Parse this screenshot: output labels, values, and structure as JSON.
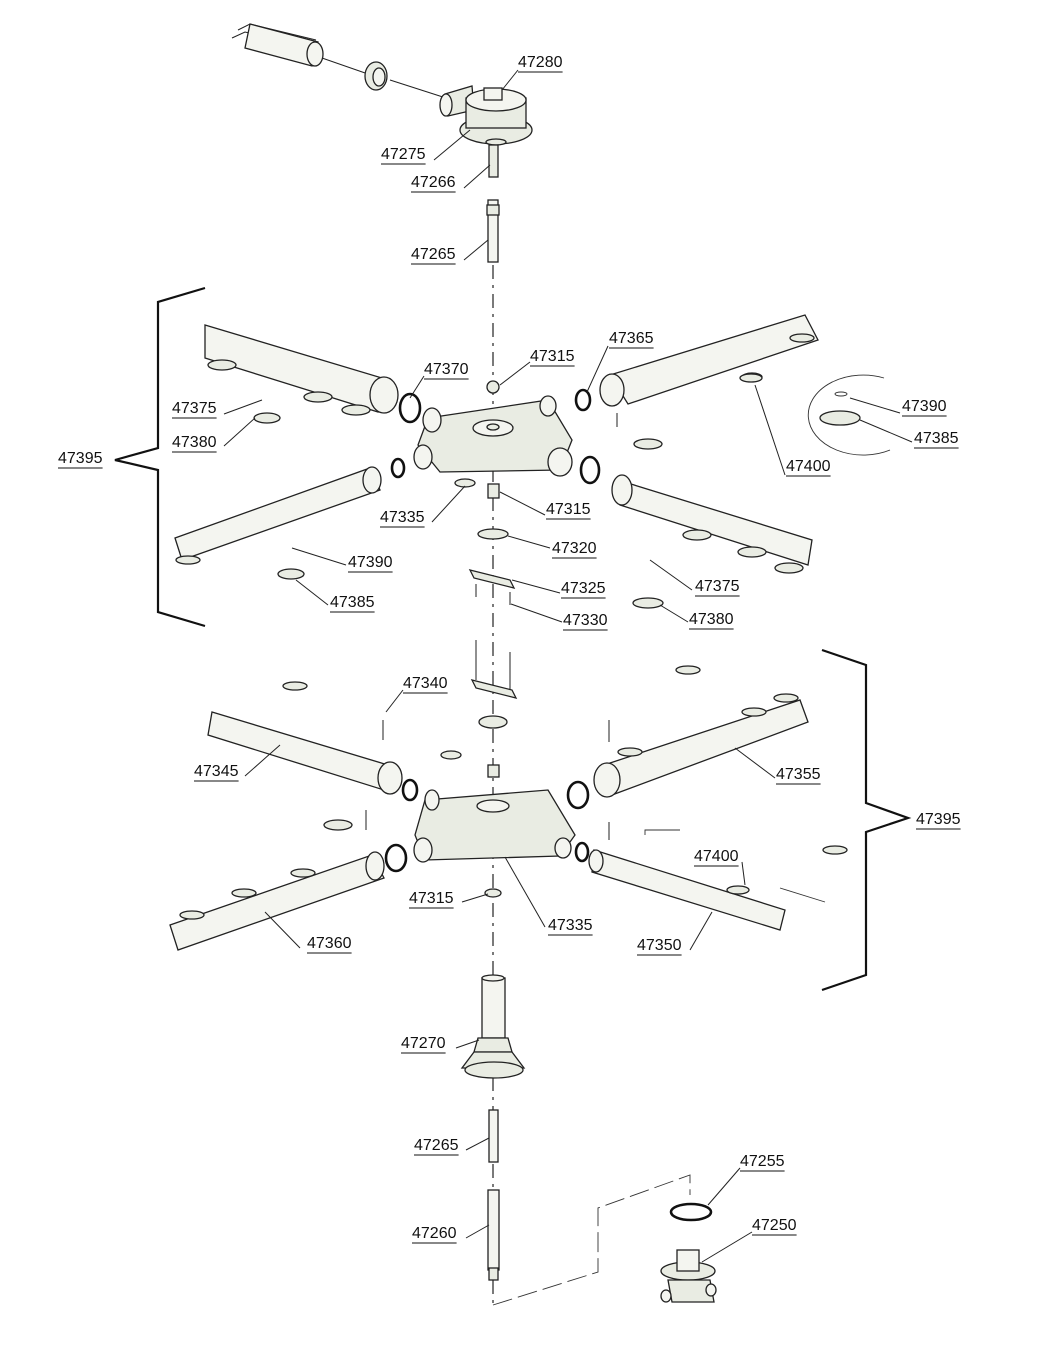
{
  "labels": {
    "l47280": "47280",
    "l47275": "47275",
    "l47266": "47266",
    "l47265a": "47265",
    "l47395a": "47395",
    "l47370": "47370",
    "l47315a": "47315",
    "l47365": "47365",
    "l47375a": "47375",
    "l47380a": "47380",
    "l47390a": "47390",
    "l47385a": "47385",
    "l47400a": "47400",
    "l47335a": "47335",
    "l47315b": "47315",
    "l47320": "47320",
    "l47390b": "47390",
    "l47325": "47325",
    "l47385b": "47385",
    "l47330": "47330",
    "l47375b": "47375",
    "l47380b": "47380",
    "l47340": "47340",
    "l47345": "47345",
    "l47355": "47355",
    "l47395b": "47395",
    "l47400b": "47400",
    "l47315c": "47315",
    "l47335b": "47335",
    "l47360": "47360",
    "l47350": "47350",
    "l47270": "47270",
    "l47265b": "47265",
    "l47255": "47255",
    "l47250": "47250",
    "l47260": "47260"
  }
}
